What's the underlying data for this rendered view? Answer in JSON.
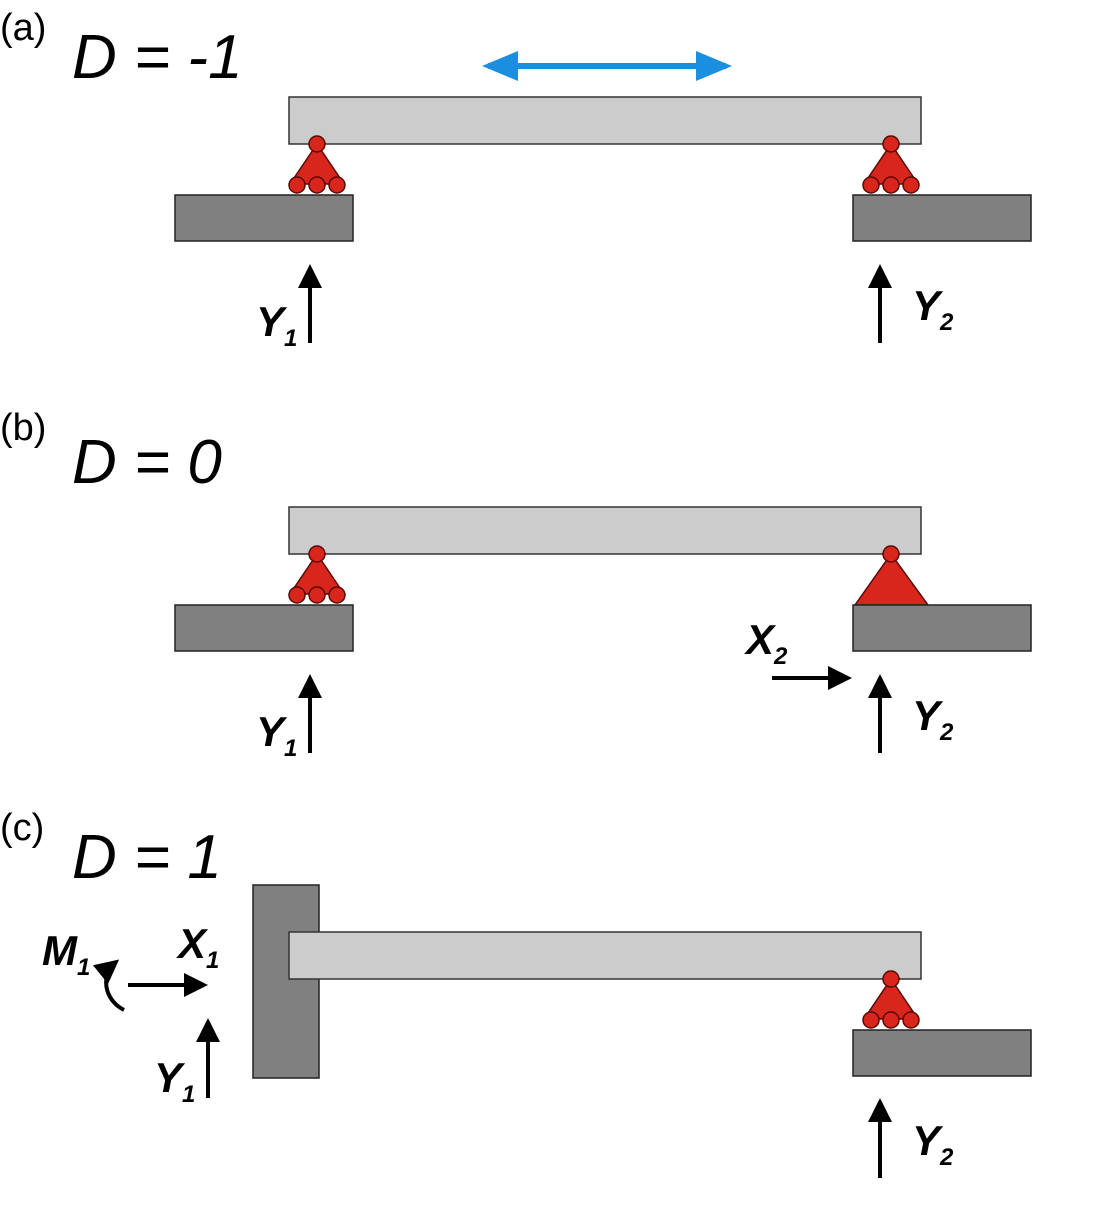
{
  "panels": [
    {
      "tag": "(a)",
      "equation": "D = -1",
      "support_left": "roller",
      "support_right": "roller",
      "forces": {
        "y1": "Y",
        "y1_sub": "1",
        "y2": "Y",
        "y2_sub": "2"
      }
    },
    {
      "tag": "(b)",
      "equation": "D = 0",
      "support_left": "roller",
      "support_right": "pin",
      "forces": {
        "y1": "Y",
        "y1_sub": "1",
        "x2": "X",
        "x2_sub": "2",
        "y2": "Y",
        "y2_sub": "2"
      }
    },
    {
      "tag": "(c)",
      "equation": "D = 1",
      "support_left": "fixed",
      "support_right": "roller",
      "forces": {
        "m1": "M",
        "m1_sub": "1",
        "x1": "X",
        "x1_sub": "1",
        "y1": "Y",
        "y1_sub": "1",
        "y2": "Y",
        "y2_sub": "2"
      }
    }
  ],
  "colors": {
    "beam": "#cccccc",
    "ground": "#808080",
    "support": "#d9261c",
    "motion_arrow": "#1a8fe0"
  }
}
